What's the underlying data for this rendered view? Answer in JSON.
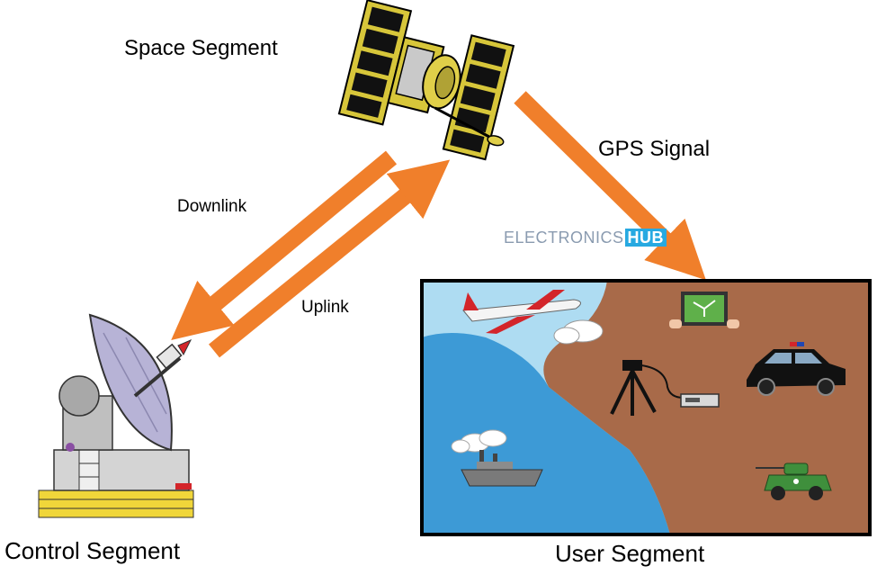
{
  "labels": {
    "space_segment": "Space Segment",
    "gps_signal": "GPS Signal",
    "downlink": "Downlink",
    "uplink": "Uplink",
    "control_segment": "Control Segment",
    "user_segment": "User Segment"
  },
  "watermark": {
    "part1": "ELECTRONICS",
    "part2": "HUB"
  },
  "colors": {
    "arrow": "#f07f2b",
    "sea": "#3d9ad6",
    "land": "#a86a49",
    "sky": "#aedcf2",
    "dish": "#b7b3d6",
    "panel": "#d7c63a",
    "watermark_accent": "#27a9e1"
  },
  "icons": [
    "satellite-icon",
    "satellite-dish-icon",
    "airplane-icon",
    "tablet-map-icon",
    "police-car-icon",
    "tripod-receiver-icon",
    "ship-icon",
    "military-vehicle-icon"
  ]
}
